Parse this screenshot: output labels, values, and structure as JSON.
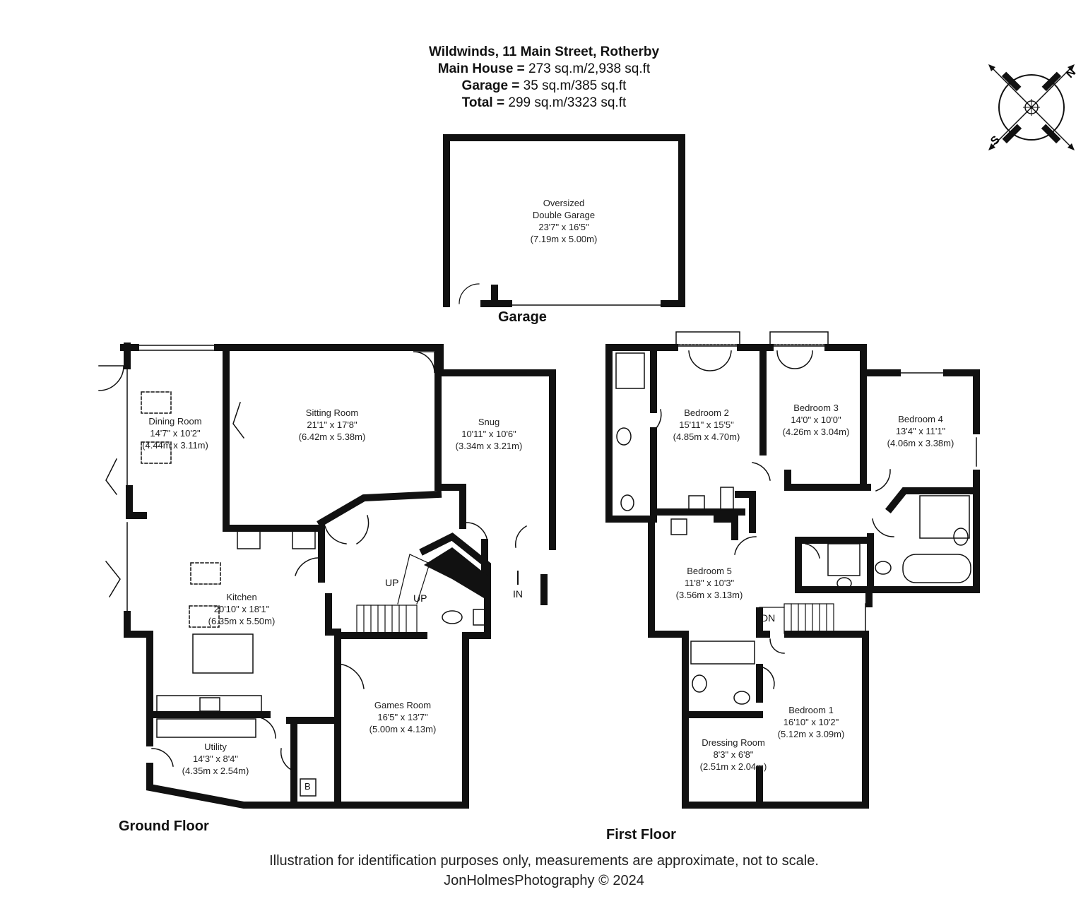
{
  "header": {
    "address": "Wildwinds, 11 Main Street, Rotherby",
    "main_house_label": "Main House =",
    "main_house_value": " 273 sq.m/2,938 sq.ft",
    "garage_label": "Garage =",
    "garage_value": " 35 sq.m/385 sq.ft",
    "total_label": "Total =",
    "total_value": " 299 sq.m/3323 sq.ft"
  },
  "floors": {
    "garage": "Garage",
    "ground": "Ground Floor",
    "first": "First Floor"
  },
  "rooms": {
    "garage": {
      "name1": "Oversized",
      "name2": "Double Garage",
      "imperial": "23'7\" x 16'5\"",
      "metric": "(7.19m x 5.00m)"
    },
    "dining": {
      "name": "Dining Room",
      "imperial": "14'7\" x 10'2\"",
      "metric": "(4.44m x 3.11m)"
    },
    "sitting": {
      "name": "Sitting Room",
      "imperial": "21'1\" x 17'8\"",
      "metric": "(6.42m x 5.38m)"
    },
    "snug": {
      "name": "Snug",
      "imperial": "10'11\" x 10'6\"",
      "metric": "(3.34m x 3.21m)"
    },
    "kitchen": {
      "name": "Kitchen",
      "imperial": "20'10\" x 18'1\"",
      "metric": "(6.35m x 5.50m)"
    },
    "games": {
      "name": "Games Room",
      "imperial": "16'5\" x 13'7\"",
      "metric": "(5.00m x 4.13m)"
    },
    "utility": {
      "name": "Utility",
      "imperial": "14'3\" x 8'4\"",
      "metric": "(4.35m x 2.54m)"
    },
    "bed2": {
      "name": "Bedroom 2",
      "imperial": "15'11\" x 15'5\"",
      "metric": "(4.85m x 4.70m)"
    },
    "bed3": {
      "name": "Bedroom 3",
      "imperial": "14'0\" x 10'0\"",
      "metric": "(4.26m x 3.04m)"
    },
    "bed4": {
      "name": "Bedroom 4",
      "imperial": "13'4\" x 11'1\"",
      "metric": "(4.06m x 3.38m)"
    },
    "bed5": {
      "name": "Bedroom 5",
      "imperial": "11'8\" x 10'3\"",
      "metric": "(3.56m x 3.13m)"
    },
    "bed1": {
      "name": "Bedroom 1",
      "imperial": "16'10\" x 10'2\"",
      "metric": "(5.12m x 3.09m)"
    },
    "dressing": {
      "name": "Dressing Room",
      "imperial": "8'3\" x 6'8\"",
      "metric": "(2.51m x 2.04m)"
    }
  },
  "markers": {
    "up1": "UP",
    "up2": "UP",
    "in": "IN",
    "dn": "DN",
    "boiler": "B"
  },
  "compass": {
    "n": "N",
    "s": "S"
  },
  "footer": {
    "disclaimer": "Illustration for identification purposes only, measurements are approximate, not to scale.",
    "credit": "JonHolmesPhotography © 2024"
  }
}
